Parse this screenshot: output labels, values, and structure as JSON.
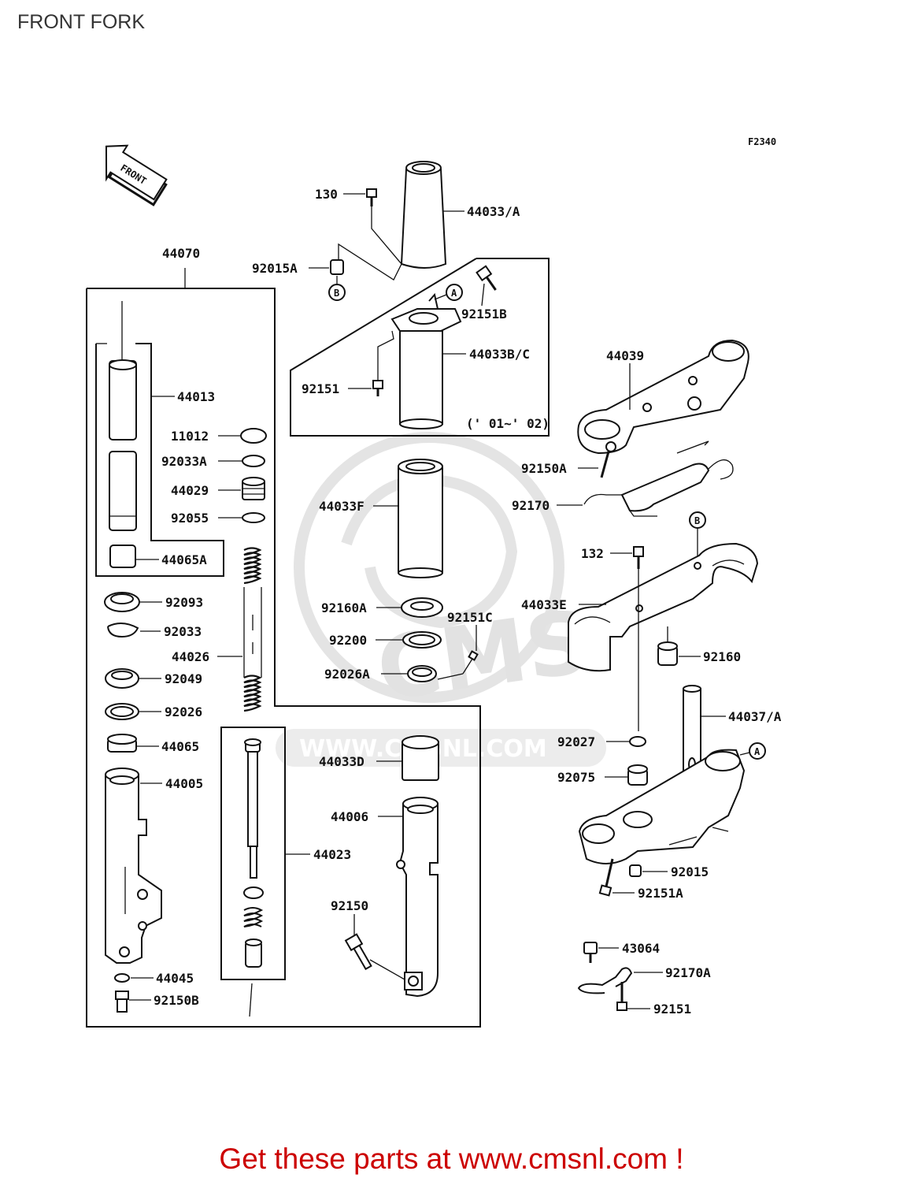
{
  "title": "FRONT FORK",
  "figure_code": "F2340",
  "front_arrow_label": "FRONT",
  "year_note": "(' 01~' 02)",
  "watermark": {
    "brand": "CMS",
    "url": "WWW.CMSNL.COM"
  },
  "footer_link": "Get these parts at www.cmsnl.com !",
  "callouts": {
    "A": "A",
    "B": "B"
  },
  "part_labels": {
    "p130": "130",
    "p44033A": "44033/A",
    "p92015A": "92015A",
    "p92151B": "92151B",
    "p44033BC": "44033B/C",
    "p92151": "92151",
    "p44070": "44070",
    "p44013": "44013",
    "p11012": "11012",
    "p92033A": "92033A",
    "p44029": "44029",
    "p92055": "92055",
    "p44065A": "44065A",
    "p92093": "92093",
    "p92033": "92033",
    "p44026": "44026",
    "p92049": "92049",
    "p92026": "92026",
    "p44065": "44065",
    "p44005": "44005",
    "p44045": "44045",
    "p92150B": "92150B",
    "p44033F": "44033F",
    "p92160A": "92160A",
    "p92151C": "92151C",
    "p92200": "92200",
    "p92026A": "92026A",
    "p44033D": "44033D",
    "p44006": "44006",
    "p44023": "44023",
    "p92150": "92150",
    "p44039": "44039",
    "p92150A": "92150A",
    "p92170": "92170",
    "p132": "132",
    "p44033E": "44033E",
    "p92160": "92160",
    "p44037A": "44037/A",
    "p92027": "92027",
    "p92075": "92075",
    "p92015": "92015",
    "p92151A": "92151A",
    "p43064": "43064",
    "p92170A": "92170A",
    "p92151b": "92151"
  },
  "colors": {
    "line": "#111111",
    "watermark": "#e2e2e2",
    "footer": "#cc0000",
    "title": "#333333"
  }
}
